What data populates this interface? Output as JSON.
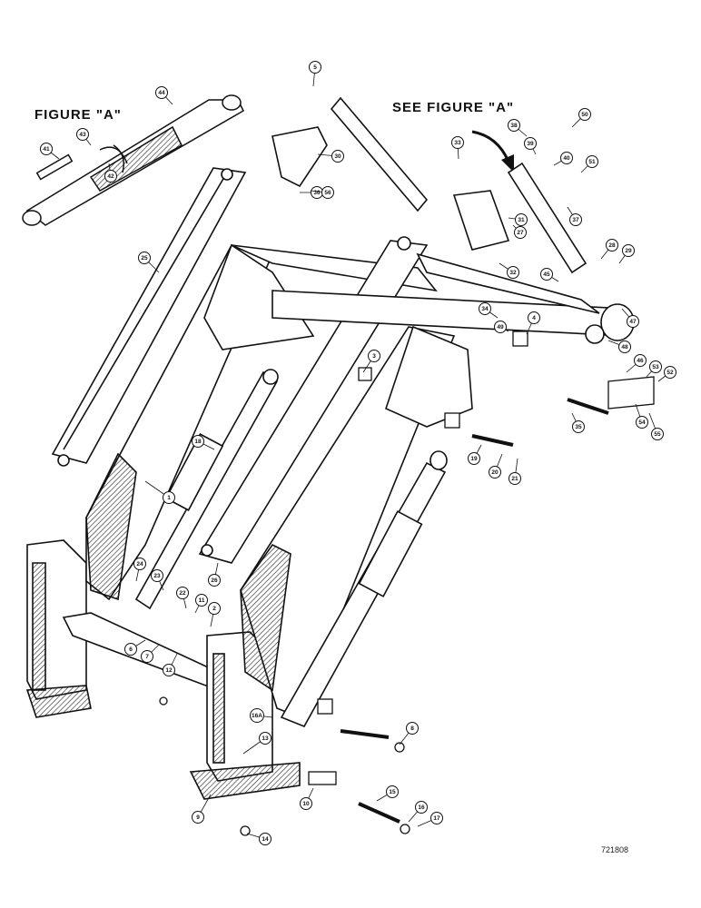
{
  "figure_a_title": "FIGURE \"A\"",
  "see_figure_a_label": "SEE FIGURE \"A\"",
  "document_number": "721808",
  "callouts": [
    "1",
    "2",
    "3",
    "4",
    "5",
    "6",
    "7",
    "8",
    "9",
    "10",
    "11",
    "12",
    "13",
    "14",
    "15",
    "16",
    "16A",
    "17",
    "18",
    "19",
    "20",
    "21",
    "22",
    "23",
    "24",
    "25",
    "26",
    "27",
    "28",
    "29",
    "30",
    "31",
    "32",
    "33",
    "34",
    "35",
    "36",
    "37",
    "38",
    "39",
    "40",
    "41",
    "42",
    "43",
    "44",
    "45",
    "46",
    "47",
    "48",
    "49",
    "50",
    "51",
    "52",
    "53",
    "54",
    "55",
    "56"
  ]
}
